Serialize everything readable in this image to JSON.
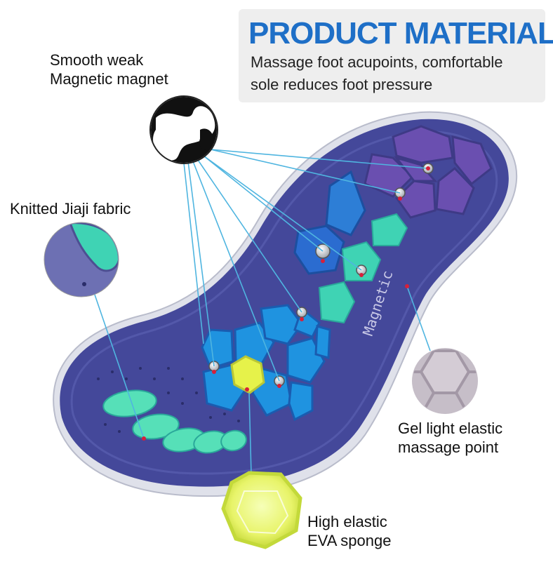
{
  "header": {
    "title": "PRODUCT MATERIAL",
    "subtitle_line1": "Massage foot acupoints, comfortable",
    "subtitle_line2": "sole reduces foot pressure"
  },
  "callouts": {
    "magnet": {
      "line1": "Smooth weak",
      "line2": "Magnetic magnet"
    },
    "fabric": {
      "line1": "Knitted Jiaji fabric"
    },
    "gel": {
      "line1": "Gel light elastic",
      "line2": "massage point"
    },
    "eva": {
      "line1": "High elastic",
      "line2": "EVA sponge"
    }
  },
  "insole": {
    "print_text": "Magnetic"
  },
  "colors": {
    "title_blue": "#1e6fc7",
    "insole_navy": "#44489a",
    "heel_purple": "#6a4fb0",
    "arch_blue": "#2d7ed6",
    "gel_teal": "#3fd3b4",
    "toe_mint": "#56e0b8",
    "eva_yellow": "#e6f24a",
    "leader_line": "#4fb5e0",
    "marker_red": "#d6203a"
  }
}
